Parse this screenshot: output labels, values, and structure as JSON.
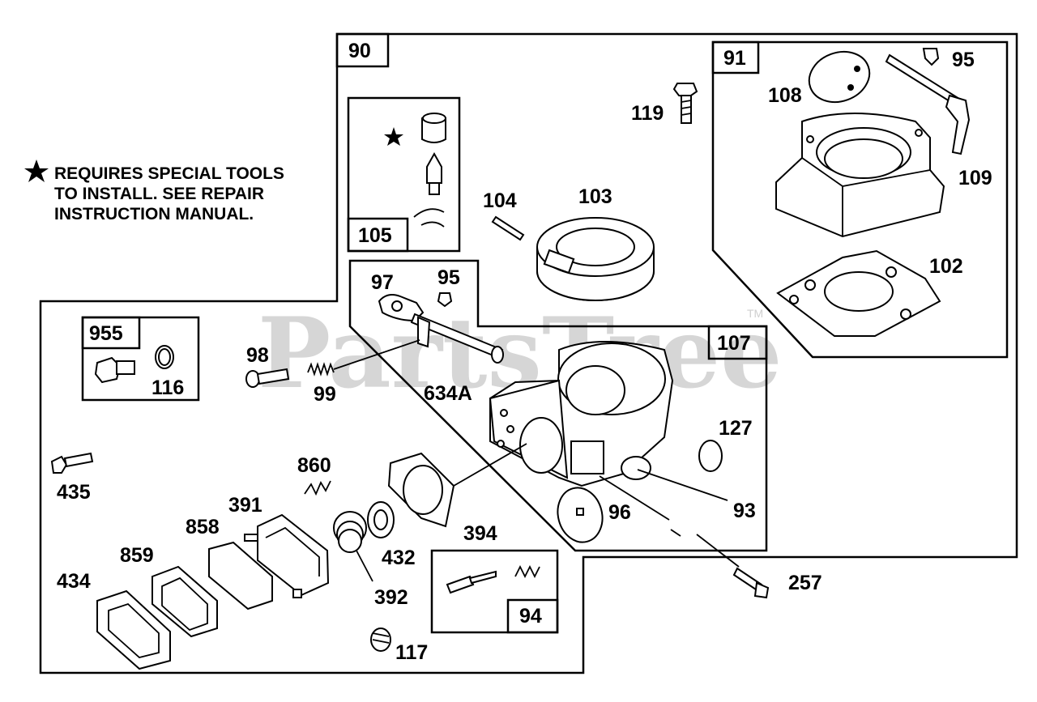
{
  "watermark": {
    "text": "PartsTree",
    "tm": "TM"
  },
  "note": {
    "lines": [
      "REQUIRES SPECIAL TOOLS",
      "TO INSTALL.  SEE REPAIR",
      "INSTRUCTION MANUAL."
    ]
  },
  "boxes": {
    "b90": "90",
    "b91": "91",
    "b105": "105",
    "b107": "107",
    "b955": "955",
    "b94": "94"
  },
  "parts": {
    "p95a": "95",
    "p95b": "95",
    "p119": "119",
    "p108": "108",
    "p109": "109",
    "p104": "104",
    "p103": "103",
    "p102": "102",
    "p97": "97",
    "p98": "98",
    "p99": "99",
    "p634a": "634A",
    "p116": "116",
    "p127": "127",
    "p860": "860",
    "p435": "435",
    "p391": "391",
    "p858": "858",
    "p859": "859",
    "p434": "434",
    "p394": "394",
    "p432": "432",
    "p392": "392",
    "p93": "93",
    "p96": "96",
    "p257": "257",
    "p117": "117"
  }
}
